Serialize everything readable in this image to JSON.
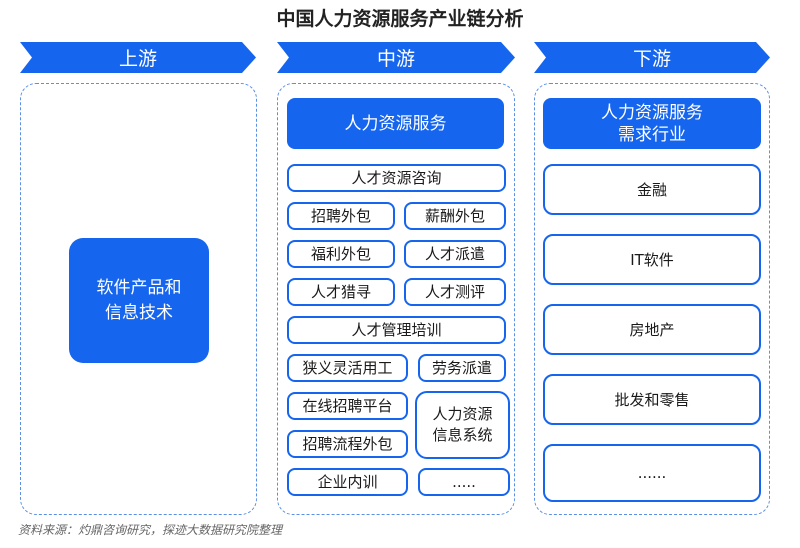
{
  "title": "中国人力资源服务产业链分析",
  "stages": {
    "upstream": "上游",
    "midstream": "中游",
    "downstream": "下游"
  },
  "upstream": {
    "box": "软件产品和\n信息技术"
  },
  "midstream": {
    "header": "人力资源服务",
    "items": {
      "consulting": "人才资源咨询",
      "recruitment_outsourcing": "招聘外包",
      "payroll_outsourcing": "薪酬外包",
      "welfare_outsourcing": "福利外包",
      "talent_dispatch": "人才派遣",
      "headhunting": "人才猎寻",
      "assessment": "人才测评",
      "talent_management_training": "人才管理培训",
      "flexible_employment": "狭义灵活用工",
      "labor_dispatch": "劳务派遣",
      "online_recruitment": "在线招聘平台",
      "hr_info_system": "人力资源\n信息系统",
      "recruitment_process_outsourcing": "招聘流程外包",
      "corporate_training": "企业内训",
      "more": "....."
    }
  },
  "downstream": {
    "header": "人力资源服务\n需求行业",
    "items": [
      "金融",
      "IT软件",
      "房地产",
      "批发和零售",
      "......"
    ]
  },
  "source": "资料来源：灼鼎咨询研究，探迹大数据研究院整理"
}
